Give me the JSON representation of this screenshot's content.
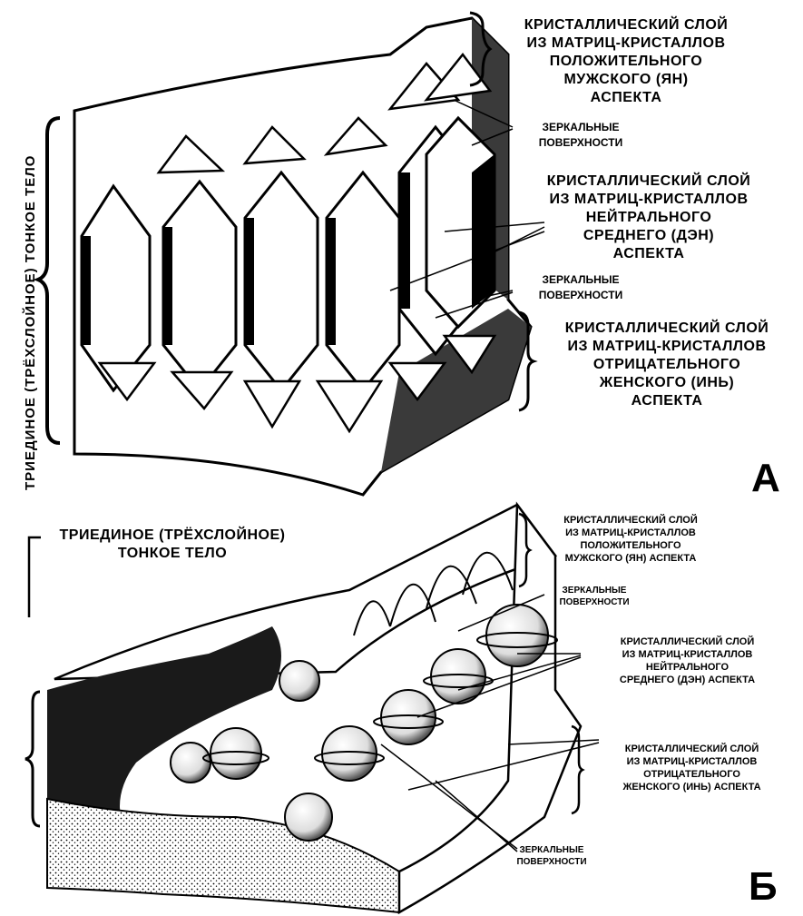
{
  "colors": {
    "ink": "#000000",
    "paper": "#ffffff",
    "shade": "#3a3a3a"
  },
  "panel_a": {
    "side_label": "ТРИЕДИНОЕ (ТРЁХСЛОЙНОЕ) ТОНКОЕ ТЕЛО",
    "top_layer": [
      "КРИСТАЛЛИЧЕСКИЙ СЛОЙ",
      "ИЗ МАТРИЦ-КРИСТАЛЛОВ",
      "ПОЛОЖИТЕЛЬНОГО",
      "МУЖСКОГО (ЯН)",
      "АСПЕКТА"
    ],
    "mirror_1": [
      "ЗЕРКАЛЬНЫЕ",
      "ПОВЕРХНОСТИ"
    ],
    "middle_layer": [
      "КРИСТАЛЛИЧЕСКИЙ СЛОЙ",
      "ИЗ МАТРИЦ-КРИСТАЛЛОВ",
      "НЕЙТРАЛЬНОГО",
      "СРЕДНЕГО (ДЭН)",
      "АСПЕКТА"
    ],
    "mirror_2": [
      "ЗЕРКАЛЬНЫЕ",
      "ПОВЕРХНОСТИ"
    ],
    "bottom_layer": [
      "КРИСТАЛЛИЧЕСКИЙ СЛОЙ",
      "ИЗ МАТРИЦ-КРИСТАЛЛОВ",
      "ОТРИЦАТЕЛЬНОГО",
      "ЖЕНСКОГО (ИНЬ)",
      "АСПЕКТА"
    ],
    "letter": "А"
  },
  "panel_b": {
    "title": [
      "ТРИЕДИНОЕ (ТРЁХСЛОЙНОЕ)",
      "ТОНКОЕ ТЕЛО"
    ],
    "top_layer": [
      "КРИСТАЛЛИЧЕСКИЙ СЛОЙ",
      "ИЗ МАТРИЦ-КРИСТАЛЛОВ",
      "ПОЛОЖИТЕЛЬНОГО",
      "МУЖСКОГО (ЯН) АСПЕКТА"
    ],
    "mirror_1": [
      "ЗЕРКАЛЬНЫЕ",
      "ПОВЕРХНОСТИ"
    ],
    "middle_layer": [
      "КРИСТАЛЛИЧЕСКИЙ СЛОЙ",
      "ИЗ МАТРИЦ-КРИСТАЛЛОВ",
      "НЕЙТРАЛЬНОГО",
      "СРЕДНЕГО (ДЭН) АСПЕКТА"
    ],
    "bottom_layer": [
      "КРИСТАЛЛИЧЕСКИЙ СЛОЙ",
      "ИЗ МАТРИЦ-КРИСТАЛЛОВ",
      "ОТРИЦАТЕЛЬНОГО",
      "ЖЕНСКОГО (ИНЬ) АСПЕКТА"
    ],
    "mirror_2": [
      "ЗЕРКАЛЬНЫЕ",
      "ПОВЕРХНОСТИ"
    ],
    "letter": "Б"
  }
}
